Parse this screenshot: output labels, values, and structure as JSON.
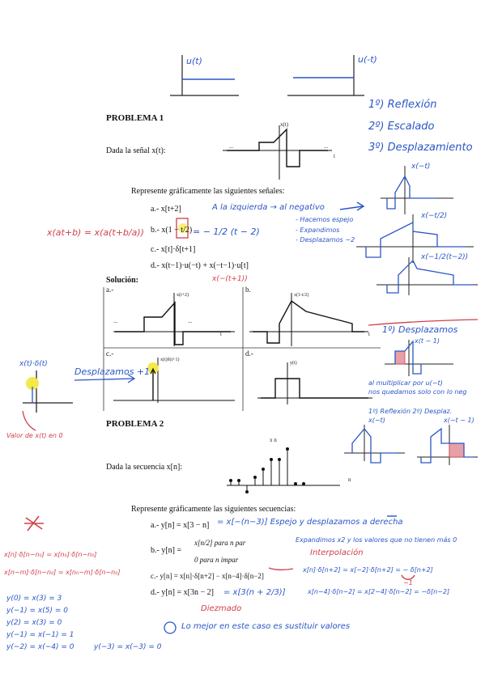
{
  "problem1": {
    "title": "PROBLEMA 1",
    "given": "Dada la señal x(t):",
    "instruction": "Represente gráficamente las siguientes señales:",
    "items": [
      "a.- x[t+2]",
      "b.- x(1 − t/2)",
      "c.- x[t]·δ[t+1]",
      "d.- x(t−1)·u(−t) + x(−t−1)·u[t]"
    ],
    "solution_label": "Solución:",
    "panels": [
      "a.-",
      "b.",
      "c.-",
      "d.-"
    ],
    "graph_labels": {
      "x_of_t": "x(t)",
      "a": "x(t+2)",
      "b": "x(1-t/2)",
      "c": "x(t)δ(t+1)",
      "d": "y(t)",
      "ellipsis": "...",
      "t": "t"
    }
  },
  "problem2": {
    "title": "PROBLEMA 2",
    "given": "Dada la secuencia x[n]:",
    "instruction": "Represente gráficamente las siguientes secuencias:",
    "items": [
      "a.- y[n] = x[3 − n]",
      "c.- y[n] = x[n]·δ[n+2] − x[n−4]·δ[n−2]",
      "d.- y[n] = x[3n − 2]"
    ],
    "item_b_prefix": "b.- y[n] =",
    "item_b_case1": "x[n/2]   para n par",
    "item_b_case2": "0        para n impar",
    "stem_label": "x n",
    "n_label": "n"
  },
  "handwritten": {
    "top_left_label": "u(t)",
    "top_right_label": "u(-t)",
    "steps": [
      "1º) Reflexión",
      "2º) Escalado",
      "3º) Desplazamiento"
    ],
    "note_a": "A la izquierda → al negativo",
    "note_b_eq": "= − 1/2 (t − 2)",
    "note_b_list": [
      "- Hacemos espejo",
      "- Expandimos",
      "- Desplazamos −2"
    ],
    "scaling_rule": "x(at+b) = x(a(t+b/a))",
    "under_d": "x(−(t+1))",
    "right_labels": [
      "x(−t)",
      "x(−t/2)",
      "x(−1/2(t−2))"
    ],
    "desplazamos": "1º) Desplazamos",
    "x_t_minus_1": "x(t − 1)",
    "multiply_note_1": "al multiplicar por u(−t)",
    "multiply_note_2": "nos quedamos solo con lo neg",
    "reflexion_desplaz": "1º) Reflexión   2º) Desplaz.",
    "x_minus_t": "x(−t)",
    "x_minus_t_minus_1": "x(−t − 1)",
    "left_graph_label": "x(t)·δ(t)",
    "desplazamos_1": "Desplazamos +1",
    "valor_note": "Valor de x(t) en 0",
    "p2a_note": "= x[−(n−3)]  Espejo y desplazamos a derecha",
    "p2b_note": "Expandimos x2 y los valores que no tienen más 0",
    "interpolacion": "Interpolación",
    "p2c_note1": "x[n]·δ[n+2] = x[−2]·δ[n+2] = − δ[n+2]",
    "p2c_note1_sub": "−1",
    "p2c_note2": "x[n−4]·δ[n−2] = x[2−4]·δ[n−2] = −δ[n−2]",
    "p2d_note": "= x[3(n + 2/3)]",
    "diezmado": "Diezmado",
    "lo_mejor": "Lo mejor en este caso es sustituir valores",
    "delta_rule_1": "x[n]·δ[n−n₀] = x[n₀]·δ[n−n₀]",
    "delta_rule_2": "x[n−m]·δ[n−n₀] = x[n₀−m]·δ[n−n₀]",
    "values_left": [
      "y(0) = x(3) = 3",
      "y(−1) = x(5) = 0",
      "y(2) = x(3) = 0",
      "y(−1) = x(−1) = 1",
      "y(−2) = x(−4) = 0"
    ],
    "values_right": "y(−3) = x(−3) = 0"
  },
  "colors": {
    "ink_blue": "#2a56c6",
    "ink_red": "#d0404a",
    "highlight": "#f3e94a"
  }
}
